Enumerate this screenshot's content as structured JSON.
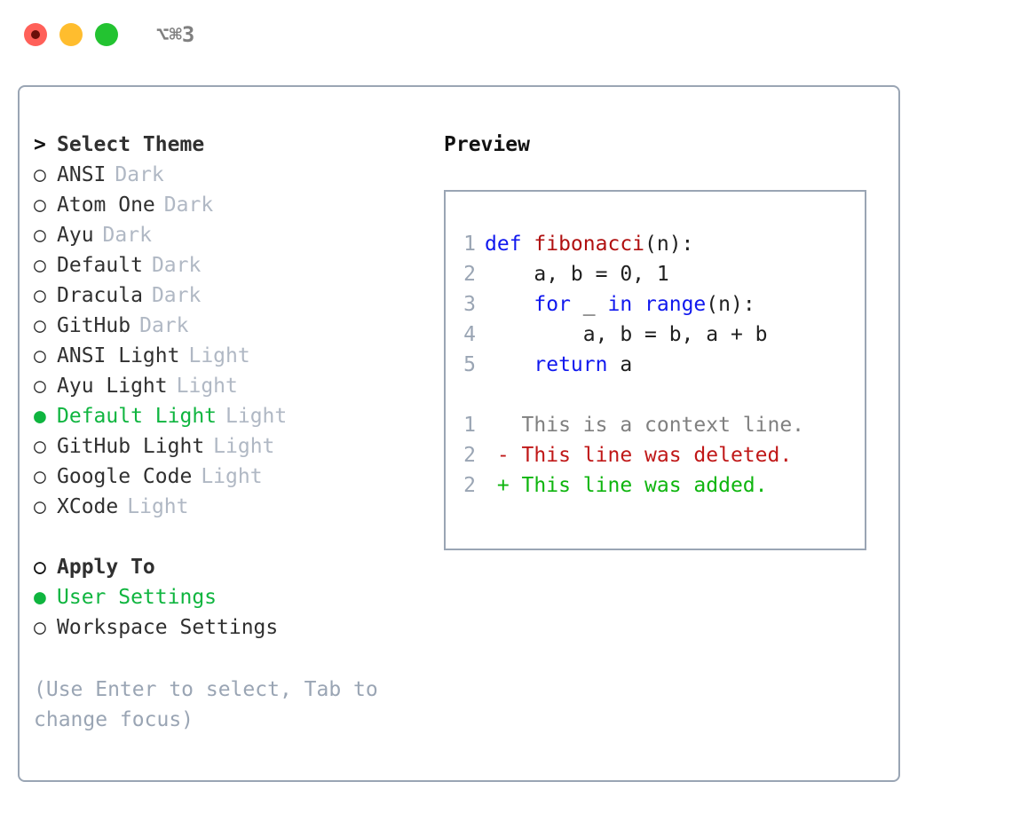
{
  "window": {
    "title": "⌥⌘3",
    "traffic_lights": [
      {
        "name": "close",
        "color": "#ff6059"
      },
      {
        "name": "minimize",
        "color": "#ffbd2e"
      },
      {
        "name": "maximize",
        "color": "#23c331"
      }
    ]
  },
  "theme_picker": {
    "header": {
      "prefix": ">",
      "label": "Select Theme"
    },
    "items": [
      {
        "marker": "○",
        "label": "ANSI",
        "tag": "Dark",
        "selected": false
      },
      {
        "marker": "○",
        "label": "Atom One",
        "tag": "Dark",
        "selected": false
      },
      {
        "marker": "○",
        "label": "Ayu",
        "tag": "Dark",
        "selected": false
      },
      {
        "marker": "○",
        "label": "Default",
        "tag": "Dark",
        "selected": false
      },
      {
        "marker": "○",
        "label": "Dracula",
        "tag": "Dark",
        "selected": false
      },
      {
        "marker": "○",
        "label": "GitHub",
        "tag": "Dark",
        "selected": false
      },
      {
        "marker": "○",
        "label": "ANSI Light",
        "tag": "Light",
        "selected": false
      },
      {
        "marker": "○",
        "label": "Ayu Light",
        "tag": "Light",
        "selected": false
      },
      {
        "marker": "●",
        "label": "Default Light",
        "tag": "Light",
        "selected": true
      },
      {
        "marker": "○",
        "label": "GitHub Light",
        "tag": "Light",
        "selected": false
      },
      {
        "marker": "○",
        "label": "Google Code",
        "tag": "Light",
        "selected": false
      },
      {
        "marker": "○",
        "label": "XCode",
        "tag": "Light",
        "selected": false
      }
    ]
  },
  "apply_to": {
    "header": {
      "label": "Apply To"
    },
    "items": [
      {
        "marker": "●",
        "label": "User Settings",
        "selected": true
      },
      {
        "marker": "○",
        "label": "Workspace Settings",
        "selected": false
      }
    ]
  },
  "hint": {
    "text": "(Use Enter to select, Tab to change focus)"
  },
  "preview": {
    "title": "Preview",
    "code_lines": [
      {
        "num": "1",
        "tokens": [
          {
            "t": "def ",
            "k": "kw"
          },
          {
            "t": "fibonacci",
            "k": "fn"
          },
          {
            "t": "(n):",
            "k": "plain"
          }
        ]
      },
      {
        "num": "2",
        "tokens": [
          {
            "t": "    a, b = 0, 1",
            "k": "plain"
          }
        ]
      },
      {
        "num": "3",
        "tokens": [
          {
            "t": "    ",
            "k": "plain"
          },
          {
            "t": "for",
            "k": "kw"
          },
          {
            "t": " _ ",
            "k": "plain"
          },
          {
            "t": "in",
            "k": "kw"
          },
          {
            "t": " ",
            "k": "plain"
          },
          {
            "t": "range",
            "k": "kw"
          },
          {
            "t": "(n):",
            "k": "plain"
          }
        ]
      },
      {
        "num": "4",
        "tokens": [
          {
            "t": "        a, b = b, a + b",
            "k": "plain"
          }
        ]
      },
      {
        "num": "5",
        "tokens": [
          {
            "t": "    ",
            "k": "plain"
          },
          {
            "t": "return",
            "k": "kw"
          },
          {
            "t": " a",
            "k": "plain"
          }
        ]
      }
    ],
    "diff_lines": [
      {
        "num": "1",
        "sign": " ",
        "text": "This is a context line.",
        "kind": "context"
      },
      {
        "num": "2",
        "sign": "-",
        "text": "This line was deleted.",
        "kind": "del"
      },
      {
        "num": "2",
        "sign": "+",
        "text": "This line was added.",
        "kind": "add"
      }
    ]
  },
  "colors": {
    "accent_green": "#0fb53f",
    "muted": "#9aa5b4",
    "border": "#9aa5b4",
    "keyword_blue": "#1018ee",
    "function_red": "#b01010",
    "diff_add": "#0fb50f",
    "diff_del": "#c01818"
  }
}
